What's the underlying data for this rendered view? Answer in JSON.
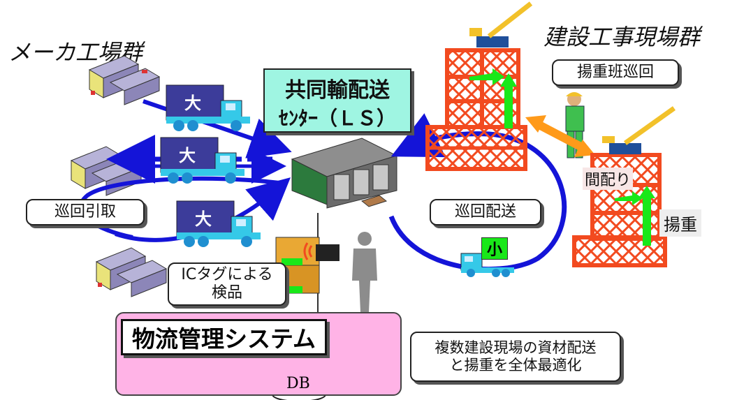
{
  "titles": {
    "makers": "メーカ工場群",
    "sites": "建設工事現場群"
  },
  "center": {
    "line1": "共同輸配送",
    "line2": "ｾﾝﾀｰ（ＬＳ）"
  },
  "labels": {
    "pickup": "巡回引取",
    "delivery": "巡回配送",
    "lifting_team": "揚重班巡回",
    "allocation": "間配り",
    "lifting": "揚重",
    "ic_tag": "ICタグによる\n検品",
    "system": "物流管理システム",
    "db": "DB",
    "optimize": "複数建設現場の資材配送\nと揚重を全体最適化"
  },
  "trucks": {
    "large": "大",
    "small": "小"
  },
  "colors": {
    "flow_blue": "#1414d8",
    "mint": "#9ff5e2",
    "pink": "#ffb3e6",
    "crane_red": "#f24a1f",
    "arrow_green": "#19e819",
    "arrow_orange": "#ff9a1a"
  }
}
